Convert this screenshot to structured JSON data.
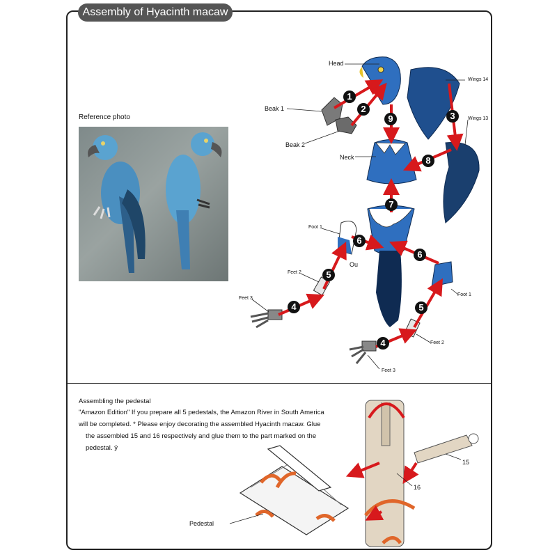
{
  "title": "Assembly of Hyacinth macaw",
  "reference": {
    "label": "Reference photo"
  },
  "parts": {
    "head": "Head",
    "beak1": "Beak 1",
    "beak2": "Beak 2",
    "neck": "Neck",
    "wings14": "Wings 14",
    "wings13": "Wings 13",
    "foot1_left": "Foot 1",
    "feet2_left": "Feet 2",
    "feet3_left": "Feet 3",
    "ou": "Ou",
    "foot1_right": "Foot 1",
    "feet2_right": "Feet 2",
    "feet3_right": "Feet 3"
  },
  "steps": [
    "1",
    "2",
    "9",
    "3",
    "8",
    "7",
    "6",
    "6",
    "5",
    "5",
    "4",
    "4"
  ],
  "pedestal": {
    "heading": "Assembling the pedestal",
    "line1": "\"Amazon Edition\" If you prepare all 5 pedestals, the Amazon River in South America",
    "line2": "will be completed. * Please enjoy decorating the assembled Hyacinth macaw. Glue",
    "line3": "the assembled 15 and 16 respectively and glue them to the part marked on the",
    "line4": "pedestal. ÿ",
    "label_15": "15",
    "label_16": "16",
    "label_pedestal": "Pedestal"
  },
  "colors": {
    "arrow": "#d7191c",
    "macaw_blue": "#2f6fbf",
    "macaw_dark": "#0f2b52",
    "step_badge": "#111111",
    "title_tab": "#555555",
    "pedestal_tan": "#e2d6c3",
    "curl_arrow": "#e0662a"
  }
}
